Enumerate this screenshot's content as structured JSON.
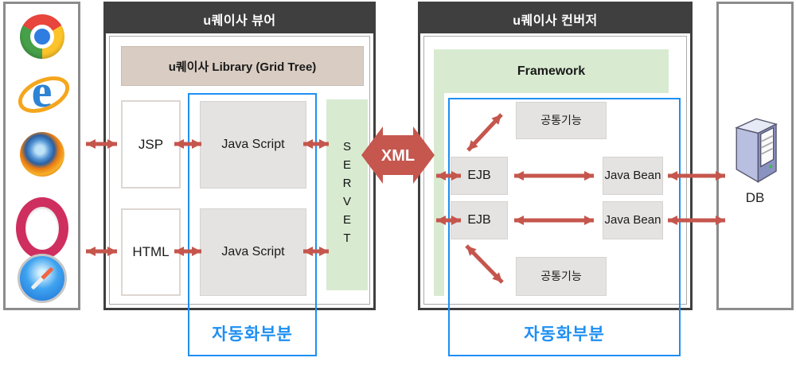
{
  "colors": {
    "accent_red": "#C5564D",
    "accent_blue": "#1E8FF2",
    "header_dark": "#3F3F3F",
    "green": "#D8EBD1",
    "tan": "#D9CDC3"
  },
  "browsers_panel": {
    "icons": [
      "chrome",
      "internet-explorer",
      "firefox",
      "opera",
      "safari"
    ]
  },
  "viewer": {
    "title": "u퀘이사 뷰어",
    "library_label": "u퀘이사 Library (Grid Tree)",
    "jsp_label": "JSP",
    "html_label": "HTML",
    "javascript_top_label": "Java Script",
    "javascript_bottom_label": "Java Script",
    "servlet_label": "SERVET",
    "automation_label": "자동화부분"
  },
  "xml": {
    "label": "XML"
  },
  "converter": {
    "title": "u퀘이사 컨버저",
    "framework_label": "Framework",
    "common_top_label": "공통기능",
    "common_bottom_label": "공통기능",
    "ejb_top_label": "EJB",
    "ejb_bottom_label": "EJB",
    "javabean_top_label": "Java Bean",
    "javabean_bottom_label": "Java Bean",
    "automation_label": "자동화부분"
  },
  "db": {
    "label": "DB"
  }
}
